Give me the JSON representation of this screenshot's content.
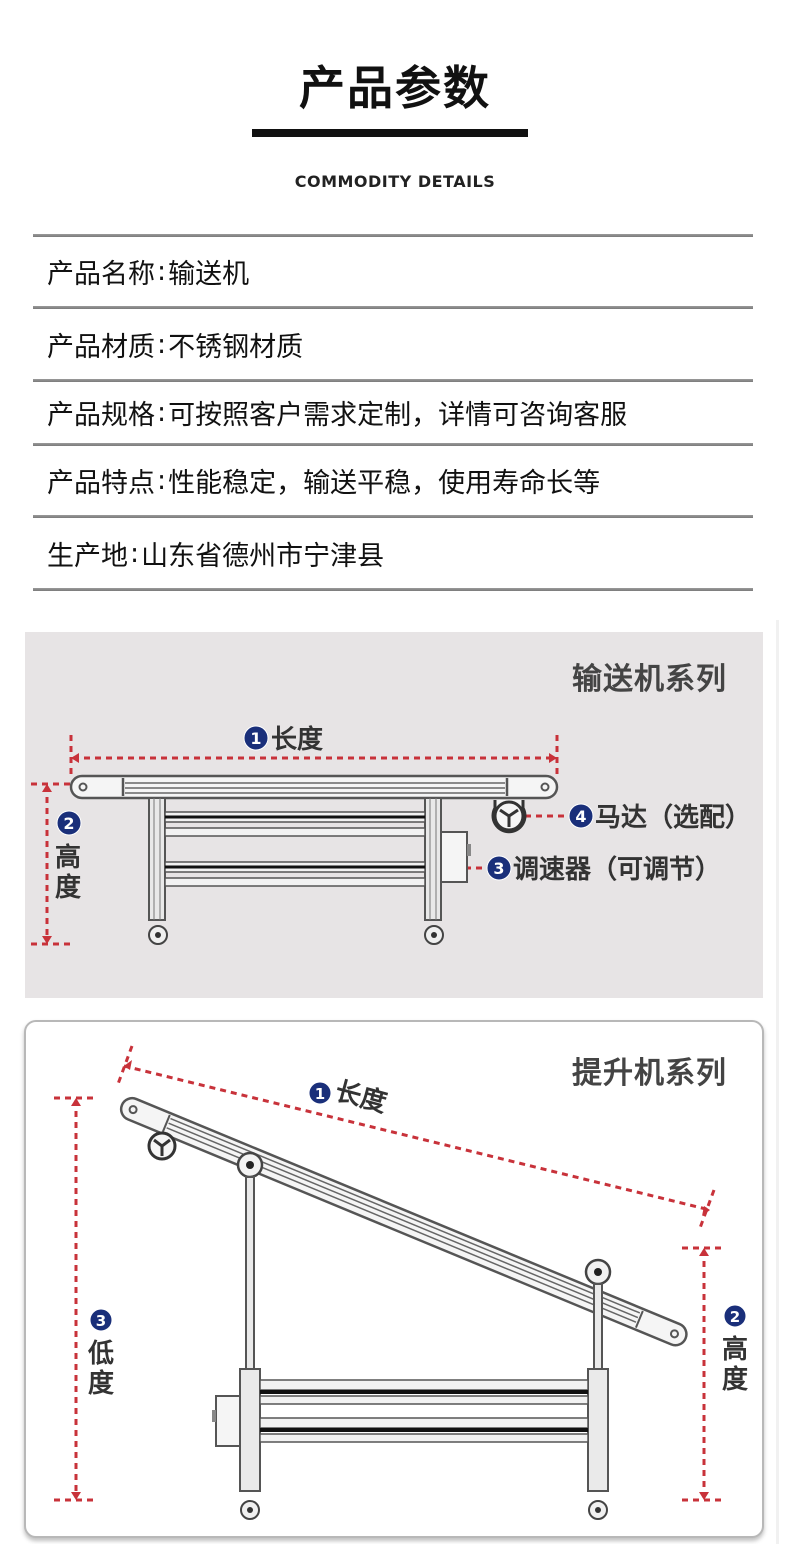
{
  "header": {
    "title": "产品参数",
    "subtitle": "COMMODITY DETAILS"
  },
  "specs": [
    {
      "label": "产品名称",
      "value": "输送机"
    },
    {
      "label": "产品材质",
      "value": "不锈钢材质"
    },
    {
      "label": "产品规格",
      "value": "可按照客户需求定制，详情可咨询客服"
    },
    {
      "label": "产品特点",
      "value": "性能稳定，输送平稳，使用寿命长等"
    },
    {
      "label": "生产地",
      "value": "山东省德州市宁津县"
    }
  ],
  "separator": ":",
  "diagrams": {
    "conveyor": {
      "series_title": "输送机系列",
      "labels": {
        "length": {
          "num": "1",
          "text": "长度"
        },
        "height": {
          "num": "2",
          "text_top": "高",
          "text_bottom": "度"
        },
        "speed_controller": {
          "num": "3",
          "text": "调速器（可调节）"
        },
        "motor": {
          "num": "4",
          "text": "马达（选配）"
        }
      }
    },
    "elevator": {
      "series_title": "提升机系列",
      "labels": {
        "length": {
          "num": "1",
          "text": "长度"
        },
        "height": {
          "num": "2",
          "text_top": "高",
          "text_bottom": "度"
        },
        "low_height": {
          "num": "3",
          "text_top": "低",
          "text_bottom": "度"
        }
      }
    }
  },
  "colors": {
    "dimension_line": "#c8323a",
    "badge": "#1a2f7a",
    "frame": "#555555",
    "panel_bg": "#e7e4e5"
  }
}
